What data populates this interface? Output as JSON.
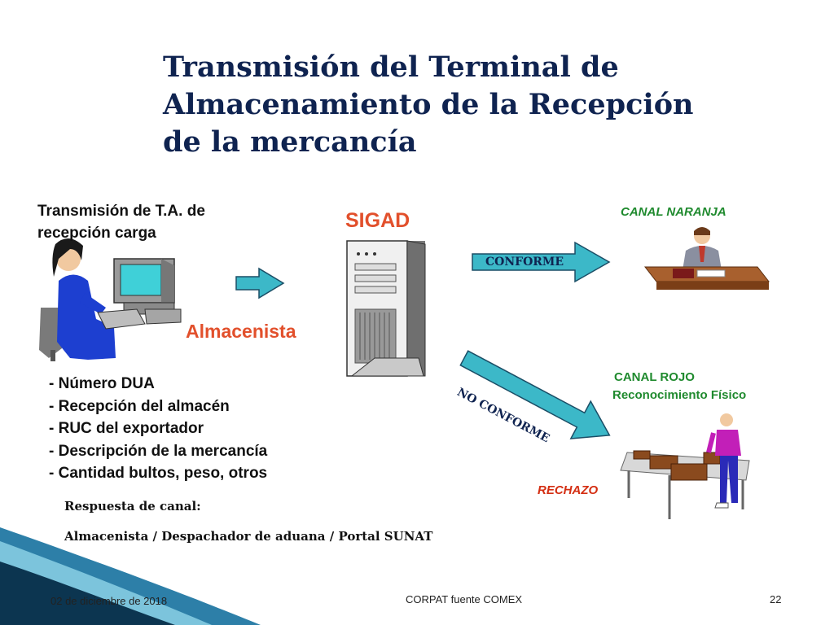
{
  "title_lines": [
    "Transmisión del Terminal de",
    "Almacenamiento de la Recepción",
    "de la mercancía"
  ],
  "transmission_label": [
    "Transmisión de T.A. de",
    "recepción carga"
  ],
  "sigad_label": "SIGAD",
  "warehouse_label": "Almacenista",
  "conforme_label": "CONFORME",
  "no_conforme_label": "NO CONFORME",
  "canal_naranja": "CANAL NARANJA",
  "canal_rojo": "CANAL ROJO",
  "canal_rojo_detail": "Reconocimiento Físico",
  "rechazo_label": "RECHAZO",
  "fields": [
    "- Número DUA",
    "- Recepción del almacén",
    "- RUC del exportador",
    "- Descripción de la mercancía",
    "- Cantidad bultos, peso, otros"
  ],
  "response_title": "Respuesta de canal:",
  "response_detail": "Almacenista / Despachador de aduana / Portal SUNAT",
  "footer": {
    "date": "02 de diciembre de 2018",
    "center": "CORPAT  fuente  COMEX",
    "page": "22"
  },
  "colors": {
    "title": "#0f2350",
    "accent_orange": "#e2502c",
    "channel_green": "#1f8a2e",
    "rechazo_red": "#d42e12",
    "arrow_fill": "#3cb8c8"
  }
}
